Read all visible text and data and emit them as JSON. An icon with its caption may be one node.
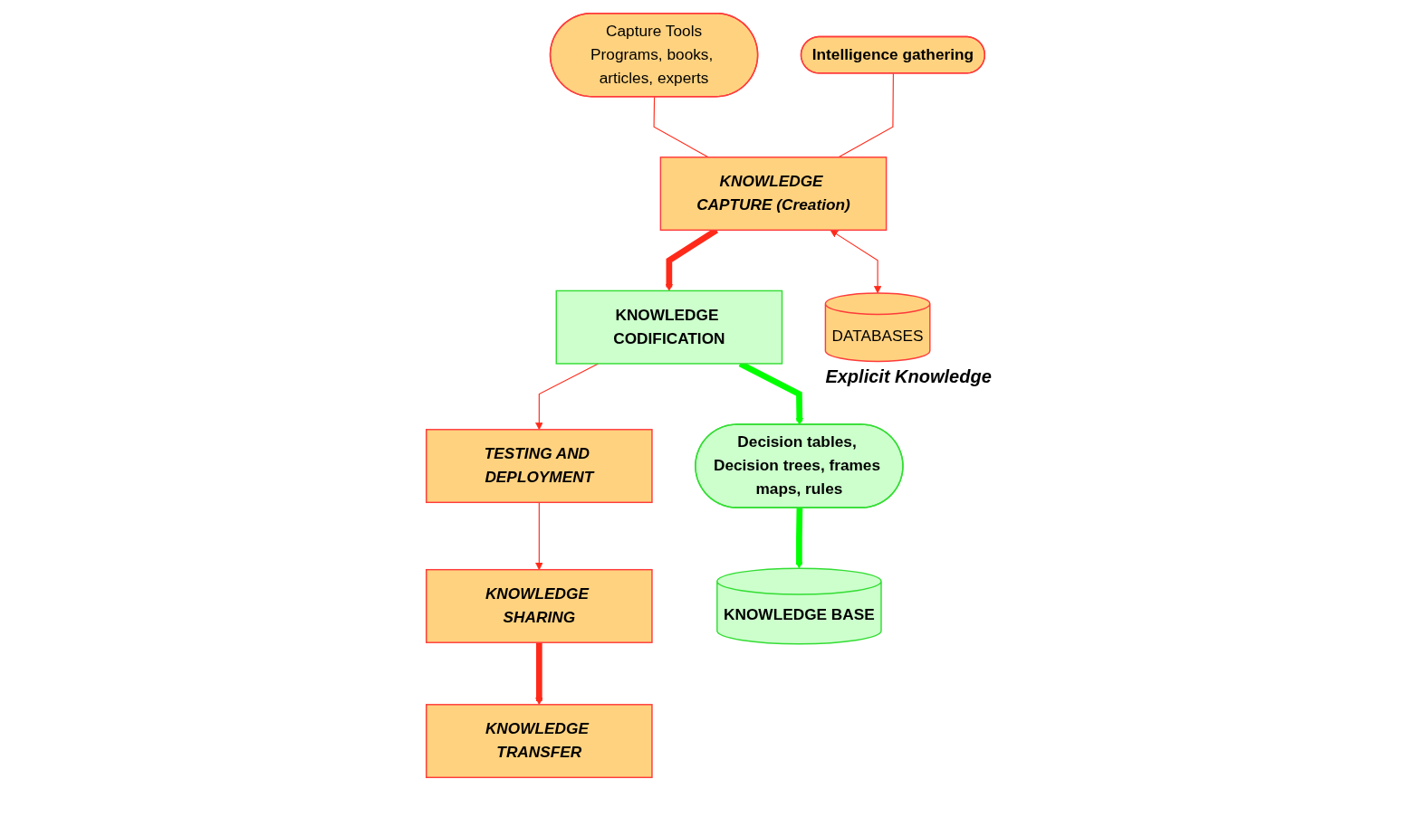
{
  "diagram": {
    "nodes": [
      {
        "text": [
          "Capture Tools",
          "Programs, books, articles, experts"
        ]
      },
      {
        "text": [
          "Intelligence gathering"
        ]
      },
      {
        "text": [
          "Decision tables, Decision trees, frames maps, rules"
        ]
      },
      {
        "text": [
          "KNOWLEDGE CAPTURE (Creation)"
        ]
      },
      {
        "text": [
          "KNOWLEDGE CODIFICATION"
        ]
      },
      {
        "text": [
          "DATABASES"
        ],
        "beside": [
          "Explicit Knowledge"
        ]
      },
      {
        "text": [
          "TESTING AND DEPLOYMENT"
        ]
      },
      {
        "text": [
          "KNOWLEDGE SHARING"
        ]
      },
      {
        "text": [
          "KNOWLEDGE TRANSFER"
        ]
      },
      {
        "text": [
          "KNOWLEDGE BASE"
        ]
      }
    ],
    "edges": [
      {
        "from": 0,
        "to": 3,
        "arrow": "none"
      },
      {
        "from": 1,
        "to": 3,
        "arrow": "none"
      },
      {
        "from": 3,
        "to": 4,
        "arrow": "to",
        "style": "thick"
      },
      {
        "from": 3,
        "to": 5,
        "arrow": "both"
      },
      {
        "from": 4,
        "to": 2,
        "arrow": "to",
        "style": "thick",
        "color": "#00ff00"
      },
      {
        "from": 4,
        "to": 6,
        "arrow": "to"
      },
      {
        "from": 6,
        "to": 7,
        "arrow": "to"
      },
      {
        "from": 7,
        "to": 8,
        "arrow": "to",
        "style": "thick"
      },
      {
        "from": 2,
        "to": 9,
        "arrow": "to",
        "style": "thick",
        "color": "#00ff00"
      }
    ]
  }
}
